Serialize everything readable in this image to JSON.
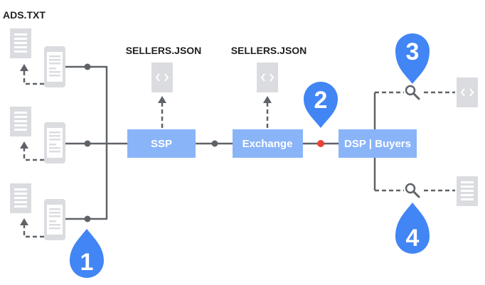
{
  "labels": {
    "ads_txt": "ADS.TXT",
    "sellers_json_1": "SELLERS.JSON",
    "sellers_json_2": "SELLERS.JSON"
  },
  "boxes": {
    "ssp": "SSP",
    "exchange": "Exchange",
    "dsp": "DSP | Buyers"
  },
  "markers": [
    "1",
    "2",
    "3",
    "4"
  ],
  "colors": {
    "box": "#8AB4F8",
    "marker": "#4285F4",
    "line": "#5F6368",
    "doc": "#DADCE0",
    "highlight_dot": "#EA4335"
  }
}
